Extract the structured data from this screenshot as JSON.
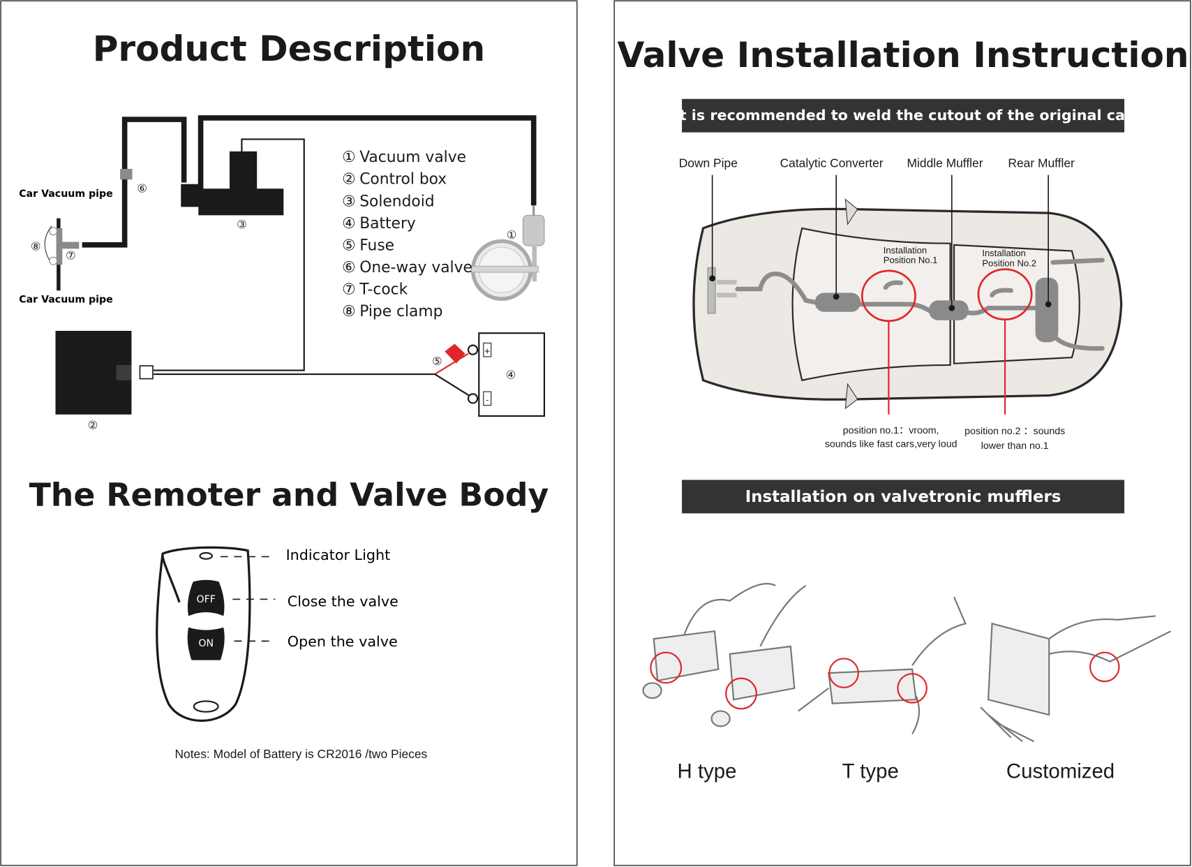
{
  "left": {
    "title": "Product Description",
    "diagram": {
      "car_vacuum_pipe_top": "Car Vacuum pipe",
      "car_vacuum_pipe_bottom": "Car Vacuum pipe",
      "markers": {
        "n1": "①",
        "n2": "②",
        "n3": "③",
        "n4": "④",
        "n5": "⑤",
        "n6": "⑥",
        "n7": "⑦",
        "n8": "⑧"
      },
      "battery_plus": "+",
      "battery_minus": "-",
      "legend": [
        {
          "num": "①",
          "label": "Vacuum valve"
        },
        {
          "num": "②",
          "label": "Control box"
        },
        {
          "num": "③",
          "label": "Solendoid"
        },
        {
          "num": "④",
          "label": "Battery"
        },
        {
          "num": "⑤",
          "label": "Fuse"
        },
        {
          "num": "⑥",
          "label": "One-way valve"
        },
        {
          "num": "⑦",
          "label": "T-cock"
        },
        {
          "num": "⑧",
          "label": "Pipe clamp"
        }
      ]
    },
    "remote_title": "The Remoter and Valve Body",
    "remote": {
      "off_button": "OFF",
      "on_button": "ON",
      "indicator_label": "Indicator Light",
      "close_label": "Close the valve",
      "open_label": "Open the valve"
    },
    "notes": "Notes:  Model of Battery is CR2016 /two Pieces"
  },
  "right": {
    "title": "Valve Installation Instruction",
    "banner1": "It is recommended to weld the cutout of the original car",
    "car_labels": {
      "down_pipe": "Down Pipe",
      "catalytic_converter": "Catalytic Converter",
      "middle_muffler": "Middle Muffler",
      "rear_muffler": "Rear Muffler",
      "install_pos1_line1": "Installation",
      "install_pos1_line2": "Position No.1",
      "install_pos2_line1": "Installation",
      "install_pos2_line2": "Position No.2",
      "pos1_note_line1": "position no.1：vroom,",
      "pos1_note_line2": "sounds like fast cars,very loud",
      "pos2_note_line1": "position no.2 ：sounds",
      "pos2_note_line2": "lower than no.1"
    },
    "banner2": "Installation on valvetronic mufflers",
    "types": [
      "H type",
      "T type",
      "Customized"
    ]
  },
  "colors": {
    "banner_bg": "#333333",
    "accent_red": "#e0262b",
    "ink": "#1a1a1a"
  }
}
